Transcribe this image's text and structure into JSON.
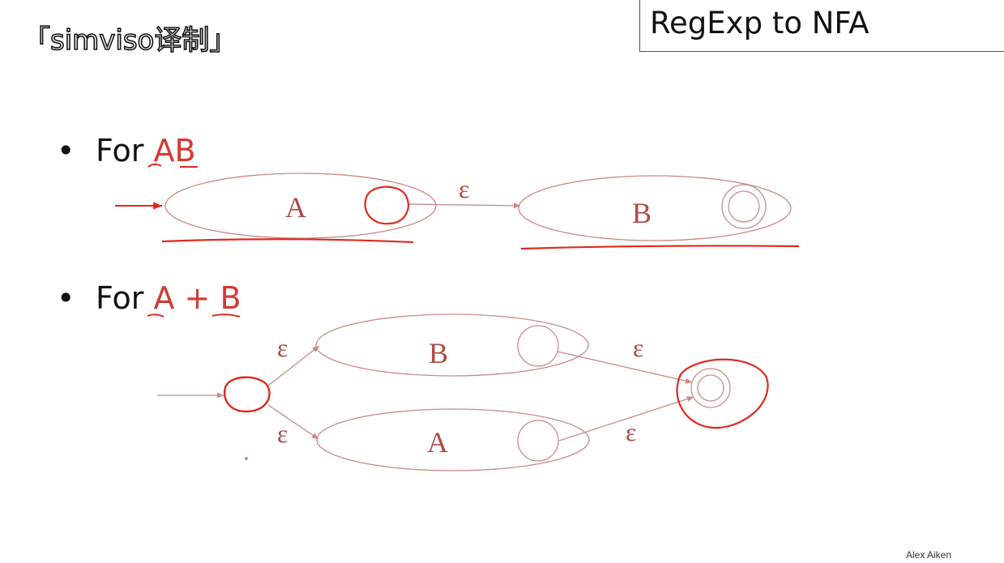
{
  "watermark": "「simviso译制」",
  "title": "RegExp to NFA",
  "bullets": [
    {
      "lead": "For ",
      "expr": "AB"
    },
    {
      "lead": "For ",
      "expr": "A + B"
    }
  ],
  "concat_diagram": {
    "machine_left": "A",
    "machine_right": "B",
    "transition": "ε"
  },
  "union_diagram": {
    "machine_top": "B",
    "machine_bottom": "A",
    "eps_top_in": "ε",
    "eps_bottom_in": "ε",
    "eps_top_out": "ε",
    "eps_bottom_out": "ε"
  },
  "credit": "Alex Aiken",
  "colors": {
    "diagram": "#c98a86",
    "ink": "#e02a1f",
    "text": "#111111"
  }
}
